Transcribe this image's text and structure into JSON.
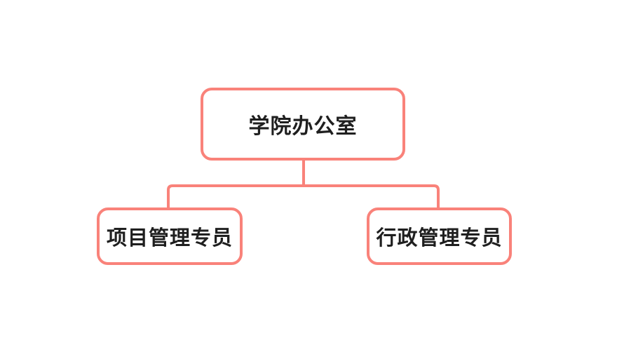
{
  "diagram": {
    "type": "org-chart",
    "root": {
      "label": "学院办公室"
    },
    "children": [
      {
        "label": "项目管理专员"
      },
      {
        "label": "行政管理专员"
      }
    ]
  },
  "colors": {
    "line": "#F9827A",
    "text": "#1F1F1F",
    "bg": "#FFFFFF",
    "node-bg": "#FFFFFF"
  }
}
